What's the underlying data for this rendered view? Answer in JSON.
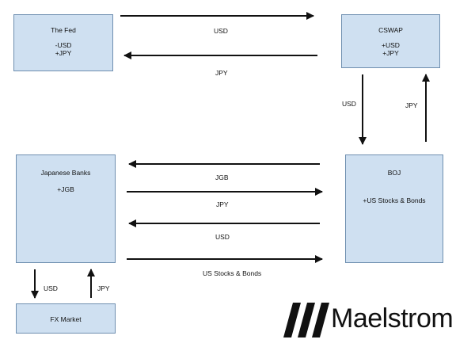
{
  "nodes": {
    "fed": {
      "title": "The Fed",
      "lines": [
        "-USD",
        "+JPY"
      ]
    },
    "cswap": {
      "title": "CSWAP",
      "lines": [
        "+USD",
        "+JPY"
      ]
    },
    "japanese_banks": {
      "title": "Japanese Banks",
      "lines": [
        "+JGB"
      ]
    },
    "boj": {
      "title": "BOJ",
      "lines": [
        "+US Stocks & Bonds"
      ]
    },
    "fx_market": {
      "title": "FX Market"
    }
  },
  "edges": [
    {
      "from": "The Fed",
      "to": "CSWAP",
      "label": "USD"
    },
    {
      "from": "CSWAP",
      "to": "The Fed",
      "label": "JPY"
    },
    {
      "from": "CSWAP",
      "to": "BOJ",
      "label": "USD"
    },
    {
      "from": "BOJ",
      "to": "CSWAP",
      "label": "JPY"
    },
    {
      "from": "BOJ",
      "to": "Japanese Banks",
      "label": "JGB"
    },
    {
      "from": "Japanese Banks",
      "to": "BOJ",
      "label": "JPY"
    },
    {
      "from": "BOJ",
      "to": "Japanese Banks",
      "label": "USD"
    },
    {
      "from": "Japanese Banks",
      "to": "BOJ",
      "label": "US Stocks & Bonds"
    },
    {
      "from": "Japanese Banks",
      "to": "FX Market",
      "label": "USD"
    },
    {
      "from": "FX Market",
      "to": "Japanese Banks",
      "label": "JPY"
    }
  ],
  "logo": {
    "text": "Maelstrom"
  }
}
